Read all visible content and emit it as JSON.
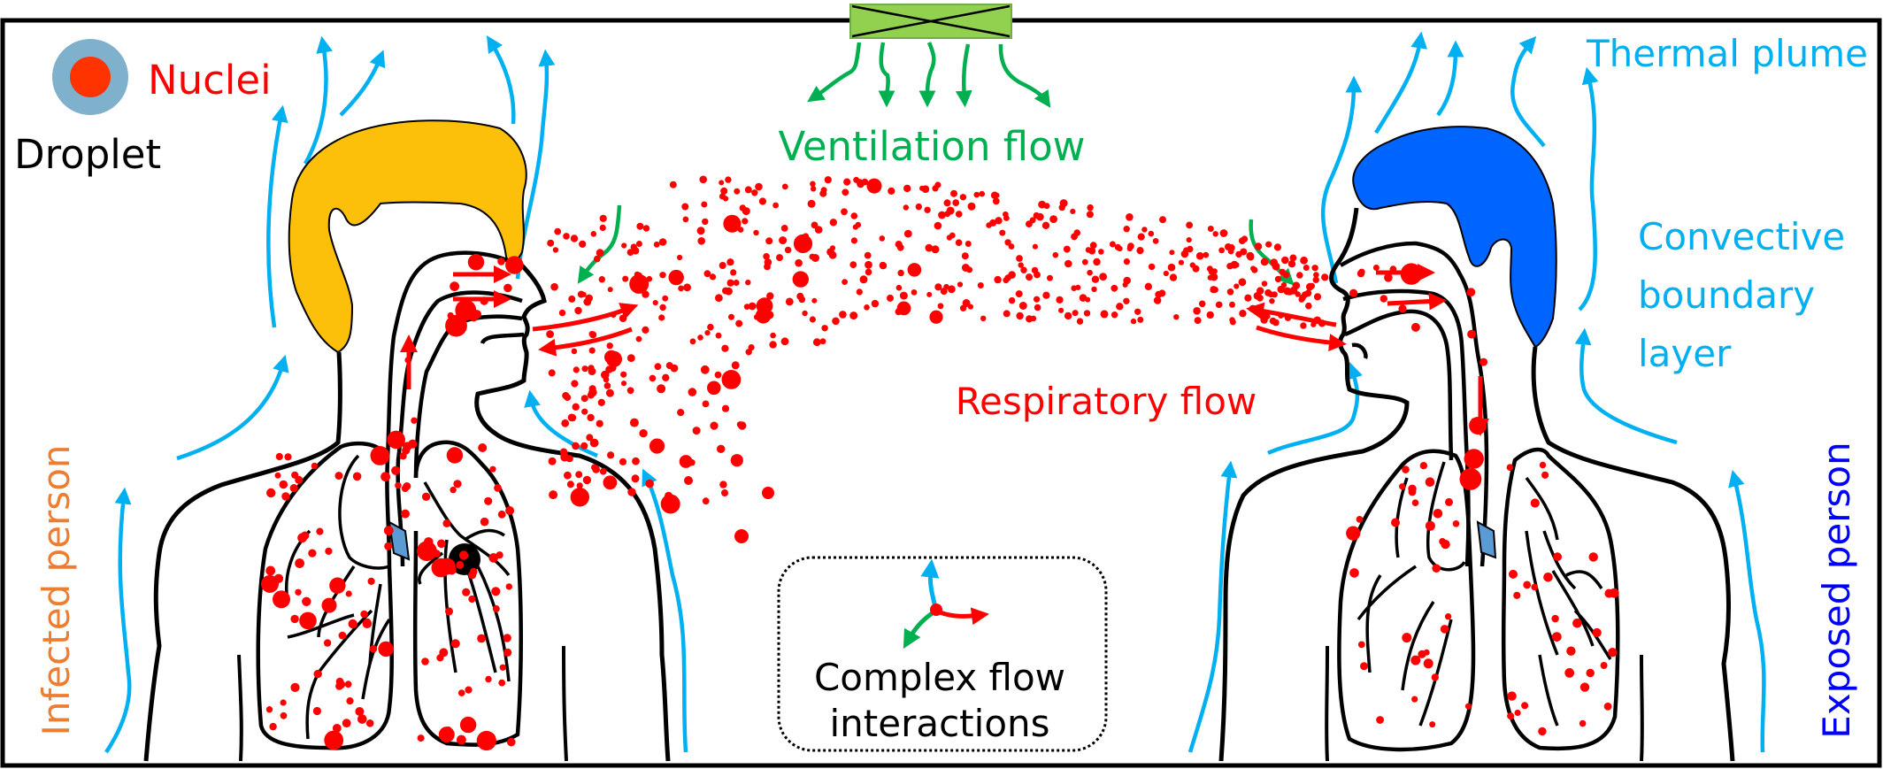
{
  "figure": {
    "legend": {
      "nuclei_label": "Nuclei",
      "droplet_label": "Droplet"
    },
    "labels": {
      "ventilation_flow": "Ventilation flow",
      "thermal_plume": "Thermal plume",
      "convective_line1": "Convective",
      "convective_line2": "boundary",
      "convective_line3": "layer",
      "respiratory_flow": "Respiratory flow",
      "complex_line1": "Complex flow",
      "complex_line2": "interactions",
      "infected_person": "Infected person",
      "exposed_person": "Exposed person"
    },
    "colors": {
      "outline": "#000000",
      "nuclei": "#ff3300",
      "droplet_shell": "#7fb0cc",
      "infected_hair": "#fcbf0a",
      "exposed_hair": "#0065ff",
      "thermal_arrow": "#00b0f0",
      "ventilation": "#00b050",
      "diffuser_fill": "#92d050",
      "respiratory": "#ff0000",
      "infected_text": "#ed7d31",
      "exposed_text": "#0000ff",
      "trachea_node": "#5b9bd5"
    }
  }
}
